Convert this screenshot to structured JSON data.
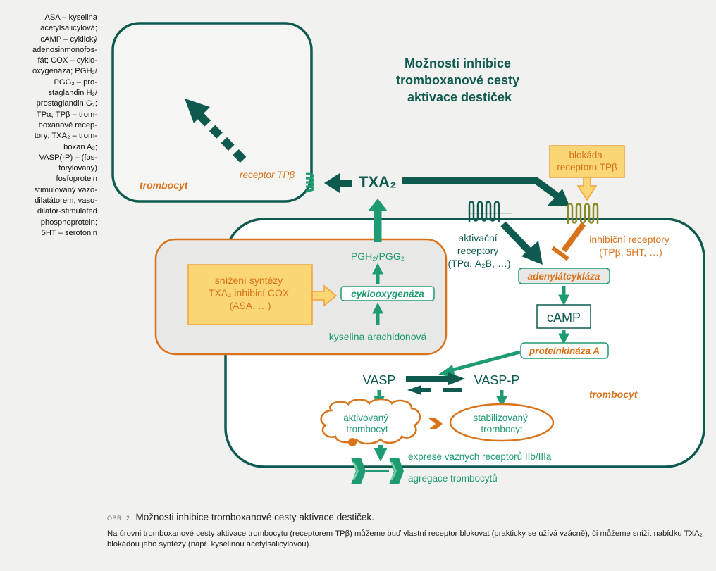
{
  "legend": {
    "lines": [
      "ASA – kyselina",
      "acetylsalicylová;",
      "cAMP – cyklický",
      "adenosinmonofos-",
      "fát; COX  – cyklo-",
      "oxygenáza; PGH₂/",
      "PGG₂ – pro-",
      "staglandin H₂/",
      "prostaglandin G₂;",
      "TPα, TPβ – trom-",
      "boxanové recep-",
      "tory; TXA₂ – trom-",
      "boxan A₂;",
      "VASP(-P) – (fos-",
      "forylovaný)",
      "fosfoprotein",
      "stimulovaný vazo-",
      "dilatátorem, vaso-",
      "dilator-stimulated",
      "phosphoprotein;",
      "5HT – serotonin"
    ]
  },
  "diagram": {
    "title_lines": [
      "Možnosti inhibice",
      "tromboxanové cesty",
      "aktivace destiček"
    ],
    "trombocyt_top": "trombocyt",
    "trombocyt_main": "trombocyt",
    "receptor_tpb": "receptor TPβ",
    "txa2": "TXA₂",
    "blockade_lines": [
      "blokáda",
      "receptoru TPβ"
    ],
    "activating_lines": [
      "aktivační",
      "receptory",
      "(TPα, A₂B, …)"
    ],
    "inhibitory_lines": [
      "inhibiční receptory",
      "(TPβ, 5HT, …)"
    ],
    "adenylate": "adenylátcykláza",
    "camp": "cAMP",
    "pka": "proteinkináza A",
    "vasp": "VASP",
    "vaspp": "VASP-P",
    "activated_lines": [
      "aktivovaný",
      "trombocyt"
    ],
    "stabilized_lines": [
      "stabilizovaný",
      "trombocyt"
    ],
    "expression": "exprese vazných receptorů IIb/IIIa",
    "aggregation": "agregace trombocytů",
    "pgh2": "PGH₂/PGG₂",
    "cox": "cyklooxygenáza",
    "arachidonic": "kyselina arachidonová",
    "reduction_lines": [
      "snížení syntézy",
      "TXA₂ inhibicí COX",
      "(ASA, …)"
    ]
  },
  "caption": {
    "label": "OBR. 2",
    "title": "Možnosti inhibice tromboxanové cesty aktivace destiček.",
    "text": "Na úrovni tromboxanové cesty aktivace trombocytu (receptorem TPβ) můžeme buď vlastní receptor blokovat (prakticky se užívá vzácně), či můžeme snížit nabídku TXA₂ blokádou jeho syntézy (např. kyselinou acetylsalicylovou)."
  },
  "colors": {
    "dark_teal": "#0e5a4f",
    "green": "#1e9b72",
    "orange": "#d9731a",
    "yellow_fill": "#fbd675",
    "yellow_border": "#f0a23a",
    "gray_fill": "#e8e8e6",
    "background": "#f1f1ef"
  }
}
